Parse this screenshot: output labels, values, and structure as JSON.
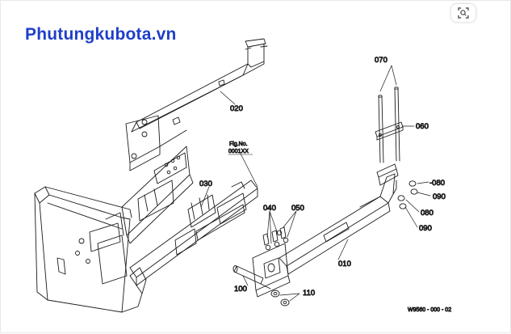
{
  "brand": {
    "text": "Phutungkubota.vn",
    "color": "#1f3fc9"
  },
  "toolbar": {
    "lens_icon": "lens-search-icon"
  },
  "diagram": {
    "figure_ref": {
      "line1": "Fig.No.",
      "line2": "0001XX"
    },
    "part_labels": {
      "p010": "010",
      "p020": "020",
      "p030": "030",
      "p040": "040",
      "p050": "050",
      "p060": "060",
      "p070": "070",
      "p080a": "-080",
      "p090a": "090",
      "p080b": "080",
      "p090b": "090",
      "p100": "100",
      "p110": "110"
    },
    "drawing_code": "W9560 - 000 - 02"
  }
}
